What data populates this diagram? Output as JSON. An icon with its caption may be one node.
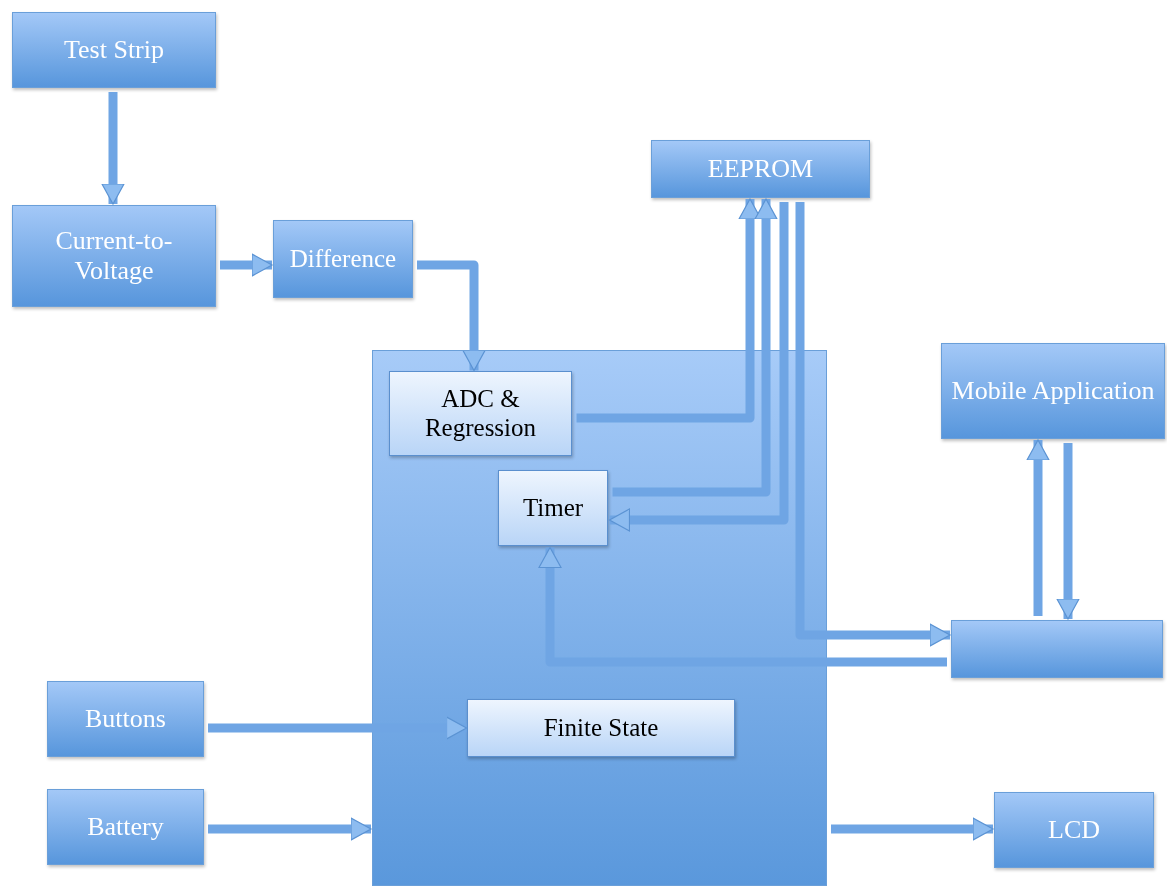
{
  "diagram": {
    "nodes": [
      {
        "text": [
          "Test Strip"
        ]
      },
      {
        "text": [
          "Current-to-Voltage"
        ]
      },
      {
        "text": [
          "Difference"
        ]
      },
      {
        "text": [
          "EEPROM"
        ]
      },
      {
        "text": [],
        "shape": "box"
      },
      {
        "text": [
          "ADC & Regression"
        ],
        "in": 4
      },
      {
        "text": [
          "Timer"
        ],
        "in": 4
      },
      {
        "text": [
          "Mobile Application"
        ]
      },
      {
        "text": [],
        "shape": "box"
      },
      {
        "text": [
          "Buttons"
        ]
      },
      {
        "text": [
          "Finite State"
        ],
        "in": 4
      },
      {
        "text": [
          "Battery"
        ]
      },
      {
        "text": [
          "LCD"
        ]
      }
    ],
    "edges": [
      {
        "from": 0,
        "to": 1,
        "arrow": "to"
      },
      {
        "from": 1,
        "to": 2,
        "arrow": "to"
      },
      {
        "from": 2,
        "to": 5,
        "arrow": "to"
      },
      {
        "from": 5,
        "to": 3,
        "arrow": "to"
      },
      {
        "from": 6,
        "to": 3,
        "arrow": "to"
      },
      {
        "from": 3,
        "to": 6,
        "arrow": "to"
      },
      {
        "from": 3,
        "to": 8,
        "arrow": "to"
      },
      {
        "from": 8,
        "to": 6,
        "arrow": "to"
      },
      {
        "from": 8,
        "to": 7,
        "arrow": "to"
      },
      {
        "from": 7,
        "to": 8,
        "arrow": "to"
      },
      {
        "from": 9,
        "to": 10,
        "arrow": "to"
      },
      {
        "from": 11,
        "to": 4,
        "arrow": "to"
      },
      {
        "from": 4,
        "to": 12,
        "arrow": "to"
      }
    ]
  }
}
